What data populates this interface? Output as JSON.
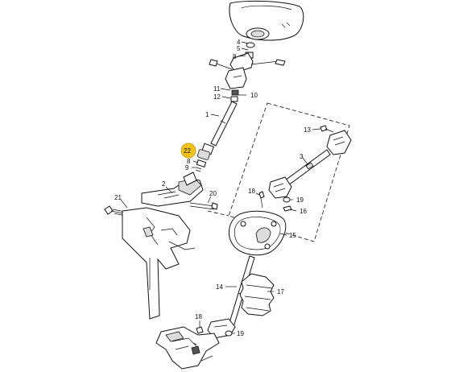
{
  "labels": {
    "p1": "1",
    "p2": "2",
    "p3": "3",
    "p4": "4",
    "p5": "5",
    "p8a": "8",
    "p8b": "8",
    "p9": "9",
    "p10": "10",
    "p11": "11",
    "p12": "12",
    "p13": "13",
    "p14": "14",
    "p15": "15",
    "p16": "16",
    "p17": "17",
    "p18a": "18",
    "p18b": "18",
    "p19a": "19",
    "p19b": "19",
    "p20": "20",
    "p21": "21",
    "p22": "22"
  },
  "colors": {
    "highlight": "#f1c21b",
    "line": "#111111"
  }
}
